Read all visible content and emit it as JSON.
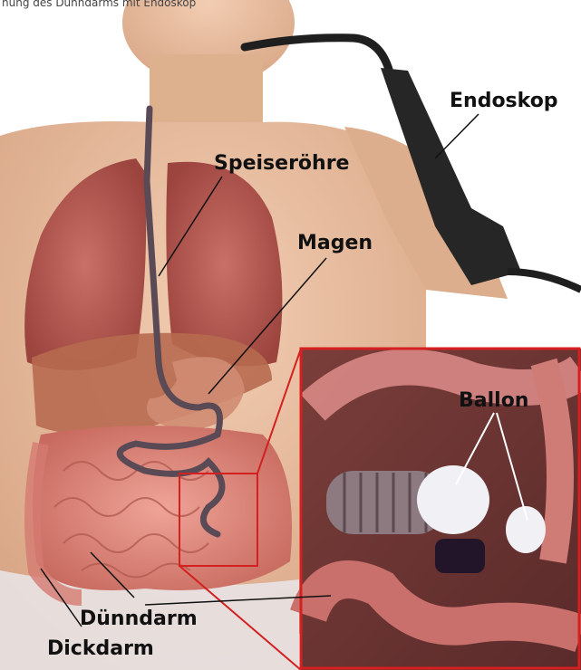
{
  "header": {
    "caption": "nung des Dünndarms mit Endoskop"
  },
  "labels": {
    "endoskop": "Endoskop",
    "speiseroehre": "Speiseröhre",
    "magen": "Magen",
    "ballon": "Ballon",
    "duenndarm": "Dünndarm",
    "dickdarm": "Dickdarm"
  },
  "colors": {
    "inset_border": "#d42020",
    "skin": "#e9c1a3",
    "lung": "#b85a52",
    "liver": "#b6684e",
    "intestine": "#e59082",
    "endoscope": "#1f1f1f",
    "balloon": "#f1f1f5"
  }
}
